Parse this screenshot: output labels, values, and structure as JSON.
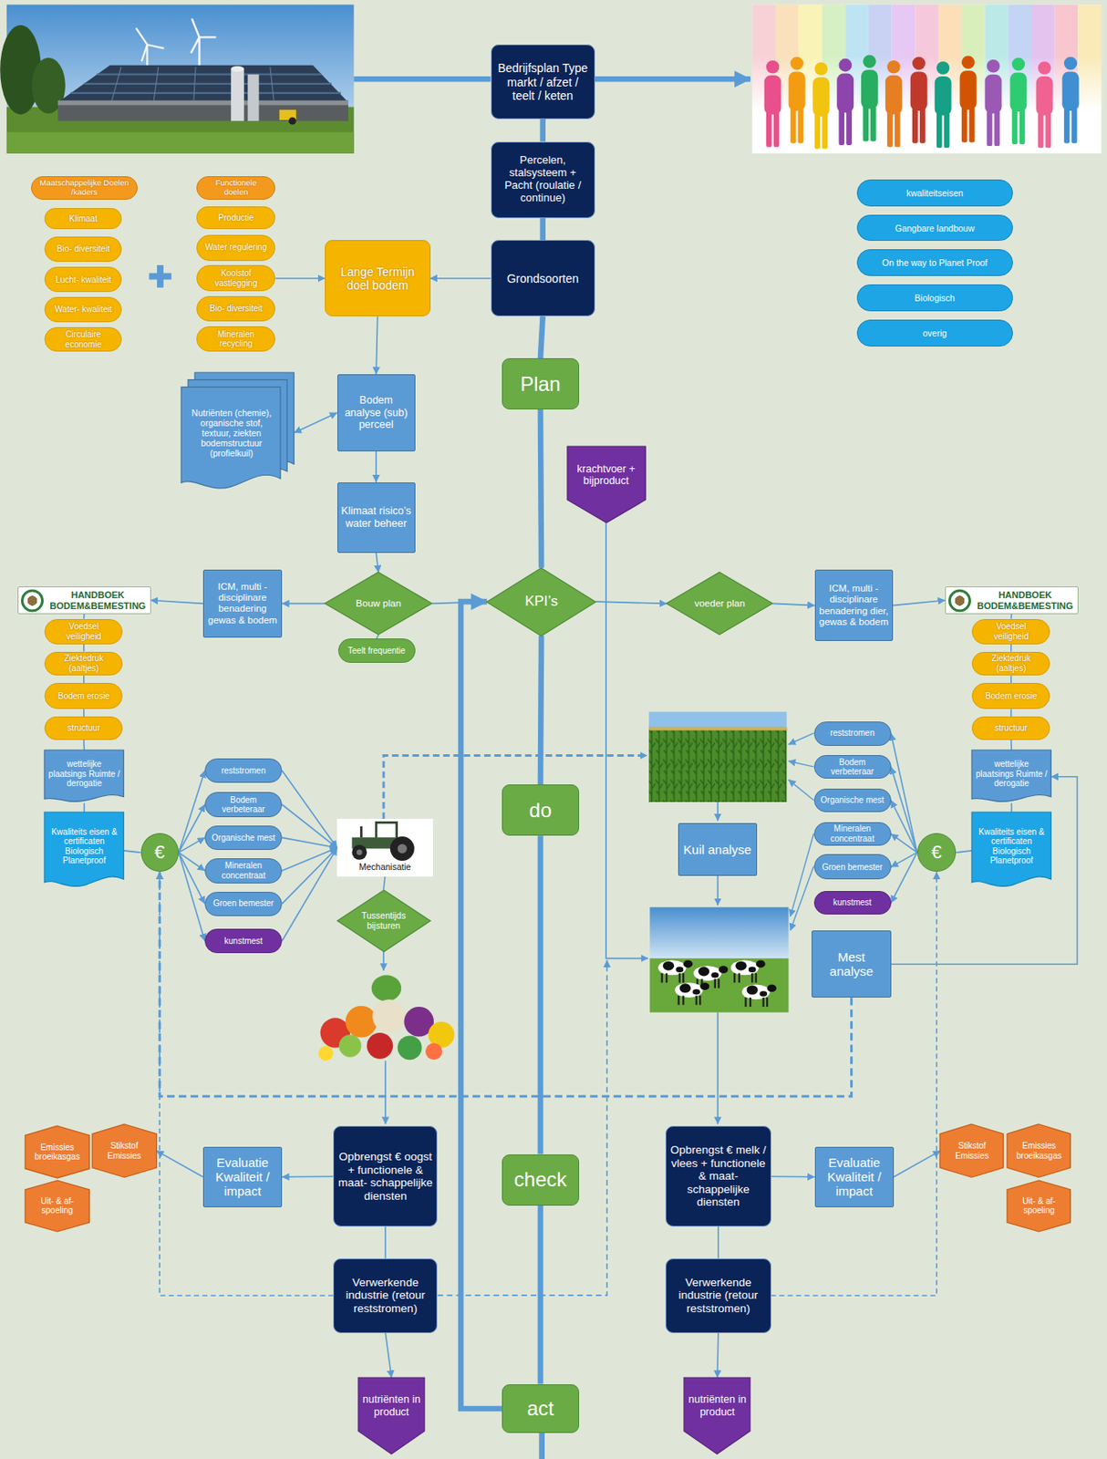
{
  "diagram": {
    "nodes": [
      {
        "text": [
          "Bedrijfsplan Type markt / afzet / teelt / keten"
        ]
      },
      {
        "text": [
          "Percelen, stalsysteem + Pacht (roulatie / continue)"
        ]
      },
      {
        "text": [
          "Grondsoorten"
        ]
      },
      {
        "text": [
          "Maatschappelijke Doelen /kaders"
        ]
      },
      {
        "text": [
          "Klimaat"
        ]
      },
      {
        "text": [
          "Bio- diversiteit"
        ]
      },
      {
        "text": [
          "Lucht- kwaliteit"
        ]
      },
      {
        "text": [
          "Water- kwaliteit"
        ]
      },
      {
        "text": [
          "Circulaire economie"
        ]
      },
      {
        "text": [
          "Functionele doelen"
        ]
      },
      {
        "text": [
          "Productie"
        ]
      },
      {
        "text": [
          "Water regulering"
        ]
      },
      {
        "text": [
          "Koolstof vastlegging"
        ]
      },
      {
        "text": [
          "Bio- diversiteit"
        ]
      },
      {
        "text": [
          "Mineralen recycling"
        ]
      },
      {
        "text": [
          "Lange Termijn doel bodem"
        ]
      },
      {
        "text": [
          "kwaliteitseisen"
        ]
      },
      {
        "text": [
          "Gangbare landbouw"
        ]
      },
      {
        "text": [
          "On the way to Planet Proof"
        ]
      },
      {
        "text": [
          "Biologisch"
        ]
      },
      {
        "text": [
          "overig"
        ]
      },
      {
        "text": [
          "Plan"
        ]
      },
      {
        "text": [
          "Nutriënten (chemie), organische stof, textuur, ziekten bodemstructuur (profielkuil)"
        ]
      },
      {
        "text": [
          "Bodem analyse (sub) perceel"
        ]
      },
      {
        "text": [
          "krachtvoer + bijproduct"
        ]
      },
      {
        "text": [
          "Klimaat risico’s water beheer"
        ]
      },
      {
        "text": [
          "HANDBOEK BODEM&BEMESTING"
        ]
      },
      {
        "text": [
          "ICM, multi - disciplinare benadering gewas & bodem"
        ]
      },
      {
        "text": [
          "Bouw plan"
        ]
      },
      {
        "text": [
          "KPI’s"
        ]
      },
      {
        "text": [
          "voeder plan"
        ]
      },
      {
        "text": [
          "ICM, multi - disciplinare benadering dier, gewas & bodem"
        ]
      },
      {
        "text": [
          "HANDBOEK BODEM&BEMESTING"
        ]
      },
      {
        "text": [
          "Teelt frequentie"
        ]
      },
      {
        "text": [
          "Voedsel veiligheid"
        ]
      },
      {
        "text": [
          "Ziektedruk (aaltjes)"
        ]
      },
      {
        "text": [
          "Bodem erosie"
        ]
      },
      {
        "text": [
          "structuur"
        ]
      },
      {
        "text": [
          "wettelijke plaatsings Ruimte / derogatie"
        ]
      },
      {
        "text": [
          "Kwaliteits eisen & certificaten Biologisch Planetproof"
        ]
      },
      {
        "text": [
          "€"
        ]
      },
      {
        "text": [
          "reststromen"
        ]
      },
      {
        "text": [
          "Bodem verbeteraar"
        ]
      },
      {
        "text": [
          "Organische mest"
        ]
      },
      {
        "text": [
          "Mineralen concentraat"
        ]
      },
      {
        "text": [
          "Groen bemester"
        ]
      },
      {
        "text": [
          "kunstmest"
        ]
      },
      {
        "text": [
          "Mechanisatie"
        ]
      },
      {
        "text": [
          "Tussentijds bijsturen"
        ]
      },
      {
        "text": [
          "do"
        ]
      },
      {
        "text": [
          "Voedsel veiligheid"
        ]
      },
      {
        "text": [
          "Ziektedruk (aaltjes)"
        ]
      },
      {
        "text": [
          "Bodem erosie"
        ]
      },
      {
        "text": [
          "structuur"
        ]
      },
      {
        "text": [
          "wettelijke plaatsings Ruimte / derogatie"
        ]
      },
      {
        "text": [
          "Kwaliteits eisen & certificaten Biologisch Planetproof"
        ]
      },
      {
        "text": [
          "reststromen"
        ]
      },
      {
        "text": [
          "Bodem verbeteraar"
        ]
      },
      {
        "text": [
          "Organische mest"
        ]
      },
      {
        "text": [
          "Mineralen concentraat"
        ]
      },
      {
        "text": [
          "Groen bemester"
        ]
      },
      {
        "text": [
          "kunstmest"
        ]
      },
      {
        "text": [
          "€"
        ]
      },
      {
        "text": [
          "Kuil analyse"
        ]
      },
      {
        "text": [
          "Mest analyse"
        ]
      },
      {
        "text": [
          "Emissies broeikasgas"
        ]
      },
      {
        "text": [
          "Stikstof Emissies"
        ]
      },
      {
        "text": [
          "Uit- & af- spoeling"
        ]
      },
      {
        "text": [
          "Evaluatie Kwaliteit / impact"
        ]
      },
      {
        "text": [
          "Opbrengst € oogst + functionele & maat- schappelijke diensten"
        ]
      },
      {
        "text": [
          "check"
        ]
      },
      {
        "text": [
          "Opbrengst € melk / vlees + functionele & maat- schappelijke diensten"
        ]
      },
      {
        "text": [
          "Evaluatie Kwaliteit / impact"
        ]
      },
      {
        "text": [
          "Stikstof Emissies"
        ]
      },
      {
        "text": [
          "Emissies broeikasgas"
        ]
      },
      {
        "text": [
          "Uit- & af- spoeling"
        ]
      },
      {
        "text": [
          "Verwerkende industrie (retour reststromen)"
        ]
      },
      {
        "text": [
          "Verwerkende industrie (retour reststromen)"
        ]
      },
      {
        "text": [
          "act"
        ]
      },
      {
        "text": [
          "nutriënten in product"
        ]
      },
      {
        "text": [
          "nutriënten in product"
        ]
      }
    ],
    "edges": [
      {
        "from": 0,
        "to": 1,
        "arrow": "none"
      },
      {
        "from": 1,
        "to": 2,
        "arrow": "none"
      },
      {
        "from": 2,
        "to": 21,
        "arrow": "none"
      },
      {
        "from": 21,
        "to": 29,
        "arrow": "none"
      },
      {
        "from": 29,
        "to": 49,
        "arrow": "none"
      },
      {
        "from": 49,
        "to": 70,
        "arrow": "none"
      },
      {
        "from": 70,
        "to": 78,
        "arrow": "none"
      },
      {
        "from": 2,
        "to": 15,
        "arrow": "to"
      },
      {
        "from": 12,
        "to": 15,
        "arrow": "to"
      },
      {
        "from": 15,
        "to": 23,
        "arrow": "to"
      },
      {
        "from": 22,
        "to": 23,
        "arrow": "both"
      },
      {
        "from": 23,
        "to": 25,
        "arrow": "to"
      },
      {
        "from": 25,
        "to": 28,
        "arrow": "to"
      },
      {
        "from": 28,
        "to": 27,
        "arrow": "to"
      },
      {
        "from": 27,
        "to": 26,
        "arrow": "to"
      },
      {
        "from": 28,
        "to": 33,
        "arrow": "none"
      },
      {
        "from": 28,
        "to": 29,
        "arrow": "to"
      },
      {
        "from": 29,
        "to": 30,
        "arrow": "to"
      },
      {
        "from": 30,
        "to": 31,
        "arrow": "to"
      },
      {
        "from": 31,
        "to": 32,
        "arrow": "to"
      },
      {
        "from": 26,
        "to": 34,
        "arrow": "none"
      },
      {
        "from": 34,
        "to": 35,
        "arrow": "none"
      },
      {
        "from": 35,
        "to": 36,
        "arrow": "none"
      },
      {
        "from": 36,
        "to": 37,
        "arrow": "none"
      },
      {
        "from": 37,
        "to": 38,
        "arrow": "none"
      },
      {
        "from": 38,
        "to": 39,
        "arrow": "none"
      },
      {
        "from": 39,
        "to": 40,
        "arrow": "none"
      },
      {
        "from": 40,
        "to": 41,
        "arrow": "to"
      },
      {
        "from": 40,
        "to": 42,
        "arrow": "to"
      },
      {
        "from": 40,
        "to": 43,
        "arrow": "to"
      },
      {
        "from": 40,
        "to": 44,
        "arrow": "to"
      },
      {
        "from": 40,
        "to": 45,
        "arrow": "to"
      },
      {
        "from": 40,
        "to": 46,
        "arrow": "to"
      },
      {
        "from": 41,
        "to": 47,
        "arrow": "to"
      },
      {
        "from": 42,
        "to": 47,
        "arrow": "to"
      },
      {
        "from": 43,
        "to": 47,
        "arrow": "to"
      },
      {
        "from": 44,
        "to": 47,
        "arrow": "to"
      },
      {
        "from": 45,
        "to": 47,
        "arrow": "to"
      },
      {
        "from": 46,
        "to": 47,
        "arrow": "to"
      },
      {
        "from": 47,
        "to": 48,
        "arrow": "none"
      },
      {
        "from": 32,
        "to": 50,
        "arrow": "none"
      },
      {
        "from": 50,
        "to": 51,
        "arrow": "none"
      },
      {
        "from": 51,
        "to": 52,
        "arrow": "none"
      },
      {
        "from": 52,
        "to": 53,
        "arrow": "none"
      },
      {
        "from": 53,
        "to": 54,
        "arrow": "none"
      },
      {
        "from": 54,
        "to": 55,
        "arrow": "none"
      },
      {
        "from": 55,
        "to": 62,
        "arrow": "none"
      },
      {
        "from": 62,
        "to": 56,
        "arrow": "to"
      },
      {
        "from": 62,
        "to": 57,
        "arrow": "to"
      },
      {
        "from": 62,
        "to": 58,
        "arrow": "to"
      },
      {
        "from": 62,
        "to": 59,
        "arrow": "to"
      },
      {
        "from": 62,
        "to": 60,
        "arrow": "to"
      },
      {
        "from": 62,
        "to": 61,
        "arrow": "to"
      },
      {
        "from": 64,
        "to": 54,
        "arrow": "to"
      },
      {
        "from": 69,
        "to": 68,
        "arrow": "to"
      },
      {
        "from": 68,
        "to": 66,
        "arrow": "to"
      },
      {
        "from": 69,
        "to": 76,
        "arrow": "none"
      },
      {
        "from": 76,
        "to": 79,
        "arrow": "to"
      },
      {
        "from": 76,
        "to": 40,
        "arrow": "to"
      },
      {
        "from": 64,
        "to": 40,
        "arrow": "to"
      },
      {
        "from": 71,
        "to": 72,
        "arrow": "to"
      },
      {
        "from": 72,
        "to": 73,
        "arrow": "to"
      },
      {
        "from": 71,
        "to": 77,
        "arrow": "none"
      },
      {
        "from": 77,
        "to": 80,
        "arrow": "to"
      },
      {
        "from": 77,
        "to": 62,
        "arrow": "to"
      },
      {
        "from": 78,
        "to": 29,
        "arrow": "to"
      }
    ]
  }
}
